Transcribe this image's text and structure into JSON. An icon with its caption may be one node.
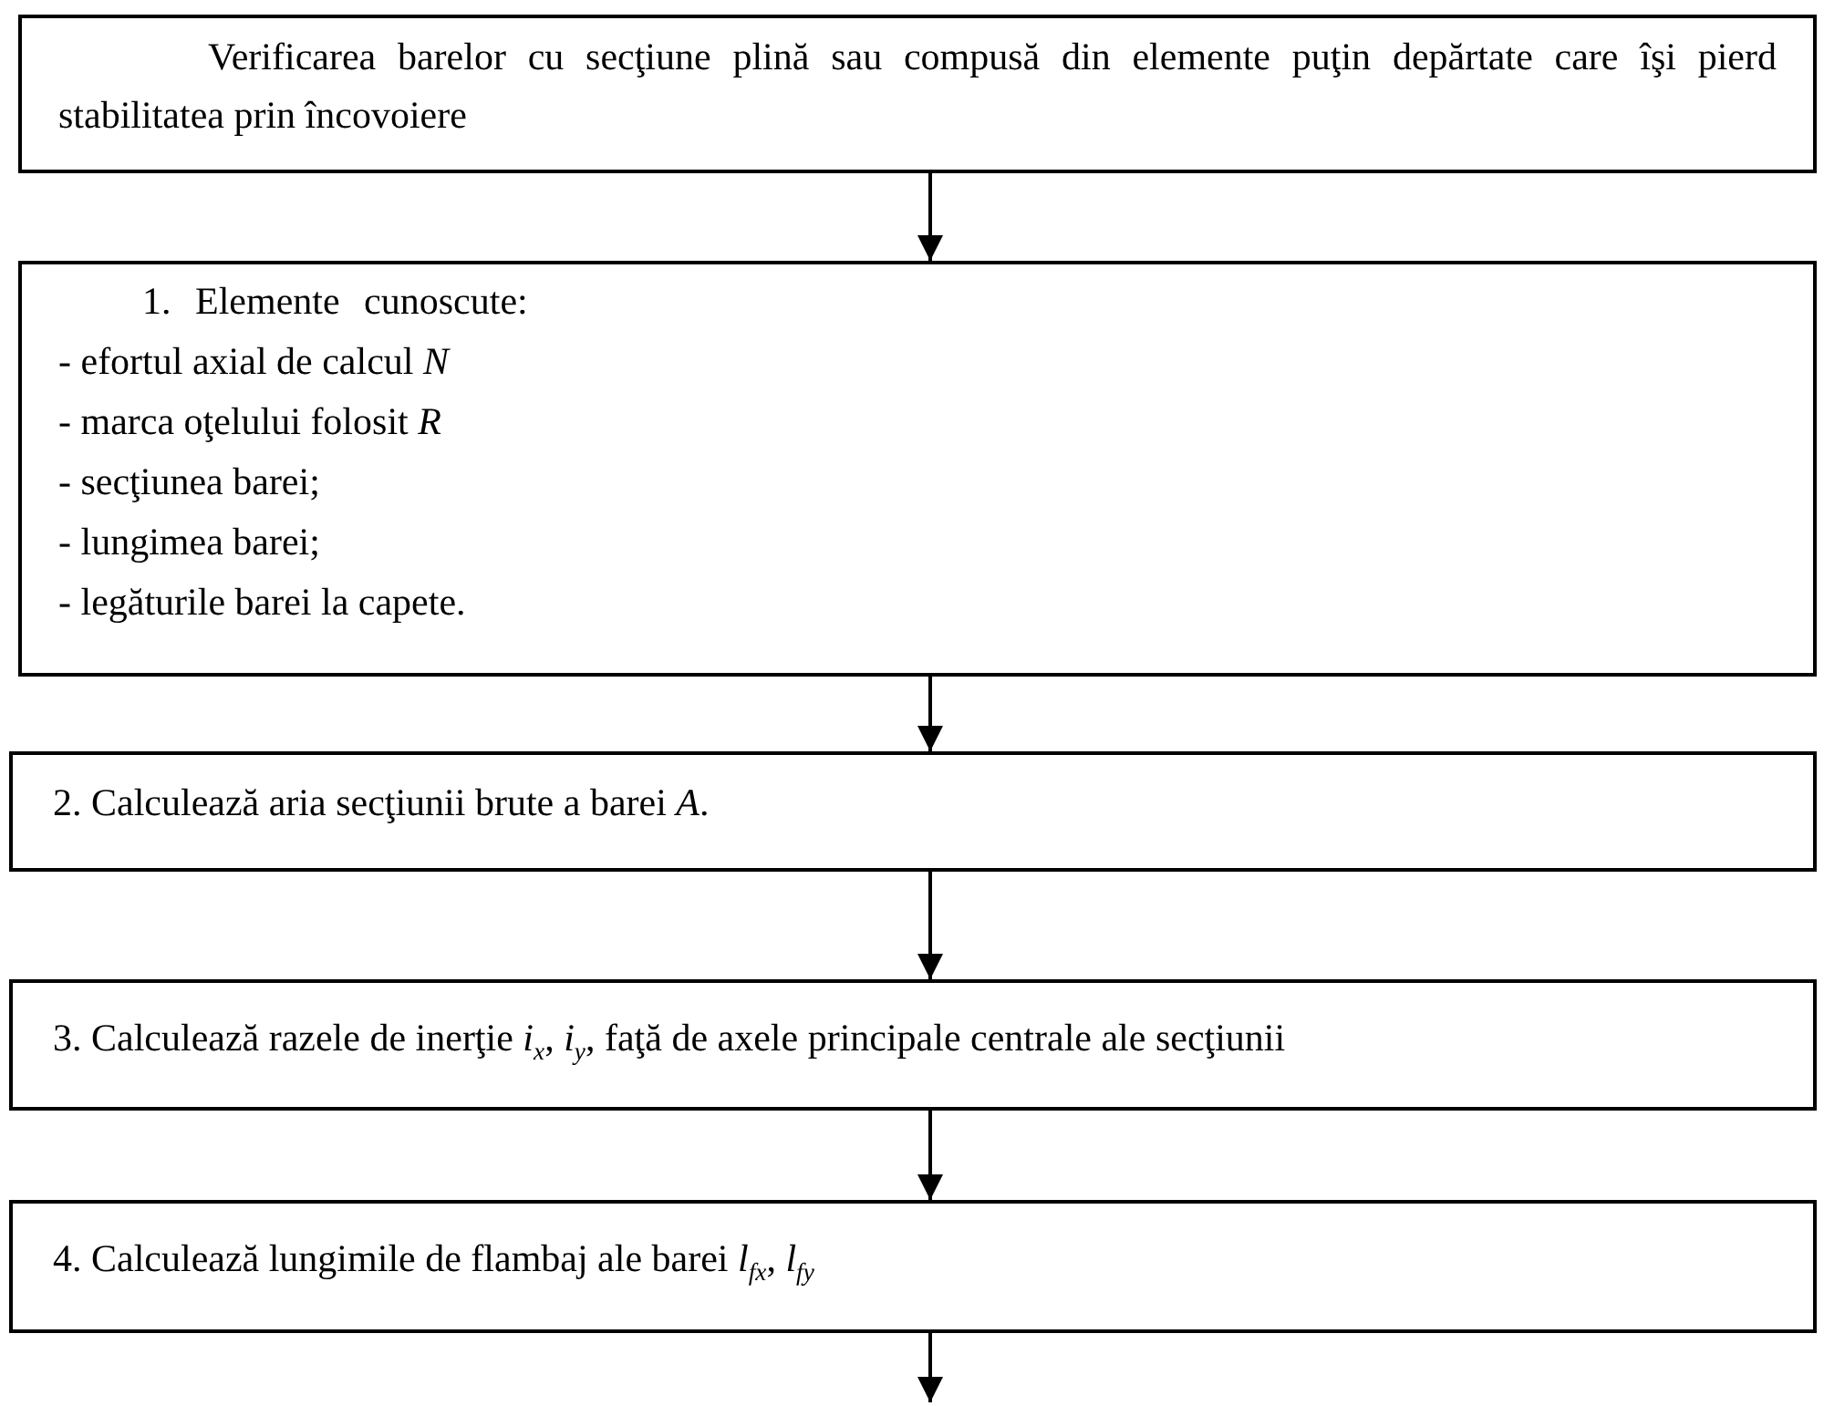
{
  "diagram": {
    "nodes": [
      {
        "text": [
          "Verificarea barelor cu secţiune plină sau compusă din elemente puţin depărtate care îşi pierd stabilitatea prin încovoiere"
        ]
      },
      {
        "text": [
          "1. Elemente cunoscute:",
          "- efortul axial de calcul *N*",
          "- marca oţelului folosit *R*",
          "- secţiunea barei;",
          "- lungimea barei;",
          "- legăturile barei la capete."
        ]
      },
      {
        "text": [
          "2. Calculează aria secţiunii brute a barei *A*."
        ]
      },
      {
        "text": [
          "3. Calculează razele de inerţie *i*$_{x}$, *i*$_{y}$, faţă de axele principale centrale ale secţiunii"
        ]
      },
      {
        "text": [
          "4. Calculează lungimile de flambaj ale barei *l*$_{fx}$, *l*$_{fy}$"
        ]
      }
    ],
    "edges": [
      {
        "from": 0,
        "to": 1,
        "arrow": "to"
      },
      {
        "from": 1,
        "to": 2,
        "arrow": "to"
      },
      {
        "from": 2,
        "to": 3,
        "arrow": "to"
      },
      {
        "from": 3,
        "to": 4,
        "arrow": "to"
      },
      {
        "from": 4,
        "to": null,
        "arrow": "to"
      }
    ]
  }
}
